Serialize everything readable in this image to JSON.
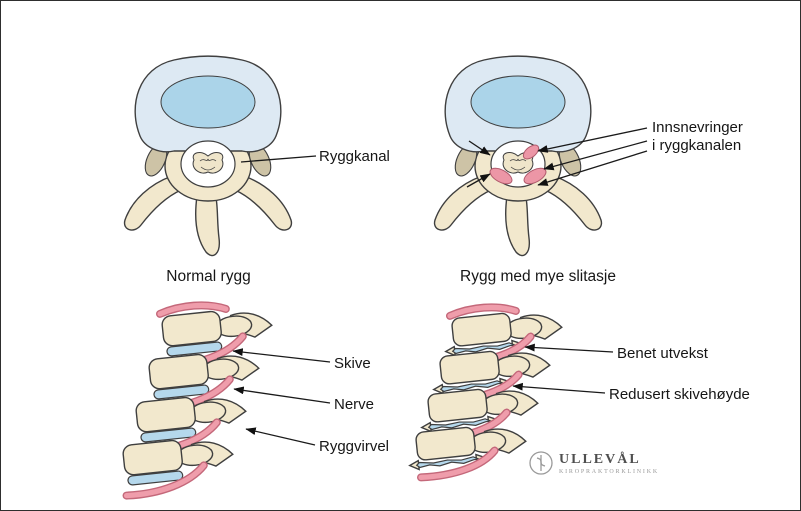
{
  "figure": {
    "top": {
      "left_label": "Ryggkanal",
      "right_label": {
        "line1": "Innsnevringer",
        "line2": "i ryggkanalen"
      },
      "left_caption": "Normal rygg",
      "right_caption": "Rygg med mye slitasje"
    },
    "bottom": {
      "left_labels": {
        "disc": "Skive",
        "nerve": "Nerve",
        "vertebra": "Ryggvirvel"
      },
      "right_labels": {
        "bone_growth": "Benet utvekst",
        "reduced_disc": "Redusert skivehøyde"
      }
    },
    "logo": {
      "name": "ULLEVÅL",
      "subtitle": "KIROPRAKTORKLINIKK"
    },
    "colors": {
      "bone": "#f2e8cd",
      "vertebral_body_blue": "#dde9f3",
      "inner_blue": "#abd4e9",
      "disc_blue": "#b5d8ec",
      "nerve_pink": "#ef9dab",
      "stenosis_pink": "#ec96a6"
    }
  }
}
